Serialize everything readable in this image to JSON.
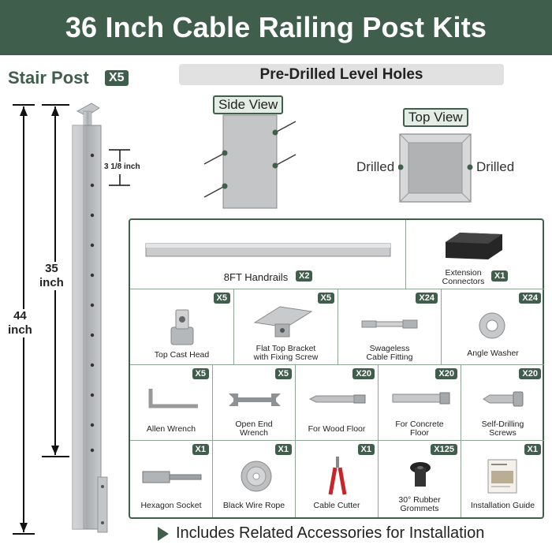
{
  "header": {
    "title": "36 Inch Cable Railing Post Kits"
  },
  "post": {
    "title": "Stair Post",
    "qty": "X5",
    "spacing": "3 1/8 inch",
    "height_inner": "35\ninch",
    "height_outer": "44\ninch"
  },
  "predrilled": {
    "title": "Pre-Drilled Level Holes",
    "side_view": "Side View",
    "top_view": "Top View",
    "drilled_left": "Drilled",
    "drilled_right": "Drilled"
  },
  "items": [
    {
      "name": "8FT Handrails",
      "qty": "X2",
      "icon": "handrail-icon"
    },
    {
      "name": "Extension\nConnectors",
      "qty": "X1",
      "icon": "extension-connector-icon"
    },
    {
      "name": "Top Cast Head",
      "qty": "X5",
      "icon": "cast-head-icon"
    },
    {
      "name": "Flat Top Bracket\nwith Fixing Screw",
      "qty": "X5",
      "icon": "bracket-icon"
    },
    {
      "name": "Swageless\nCable Fitting",
      "qty": "X24",
      "icon": "cable-fitting-icon"
    },
    {
      "name": "Angle Washer",
      "qty": "X24",
      "icon": "washer-icon"
    },
    {
      "name": "Allen Wrench",
      "qty": "X5",
      "icon": "allen-wrench-icon"
    },
    {
      "name": "Open End\nWrench",
      "qty": "X5",
      "icon": "wrench-icon"
    },
    {
      "name": "For Wood Floor",
      "qty": "X20",
      "icon": "wood-screw-icon"
    },
    {
      "name": "For Concrete\nFloor",
      "qty": "X20",
      "icon": "concrete-anchor-icon"
    },
    {
      "name": "Self-Drilling\nScrews",
      "qty": "X20",
      "icon": "self-drilling-screw-icon"
    },
    {
      "name": "Hexagon Socket",
      "qty": "X1",
      "icon": "hex-socket-icon"
    },
    {
      "name": "Black Wire Rope",
      "qty": "X1",
      "icon": "wire-rope-icon"
    },
    {
      "name": "Cable Cutter",
      "qty": "X1",
      "icon": "cable-cutter-icon"
    },
    {
      "name": "30° Rubber\nGrommets",
      "qty": "X125",
      "icon": "grommet-icon"
    },
    {
      "name": "Installation Guide",
      "qty": "X1",
      "icon": "guide-icon"
    }
  ],
  "footer": {
    "text": "Includes Related Accessories for Installation"
  },
  "colors": {
    "brand": "#3f5e4c",
    "steel": "#b9bcbf"
  }
}
